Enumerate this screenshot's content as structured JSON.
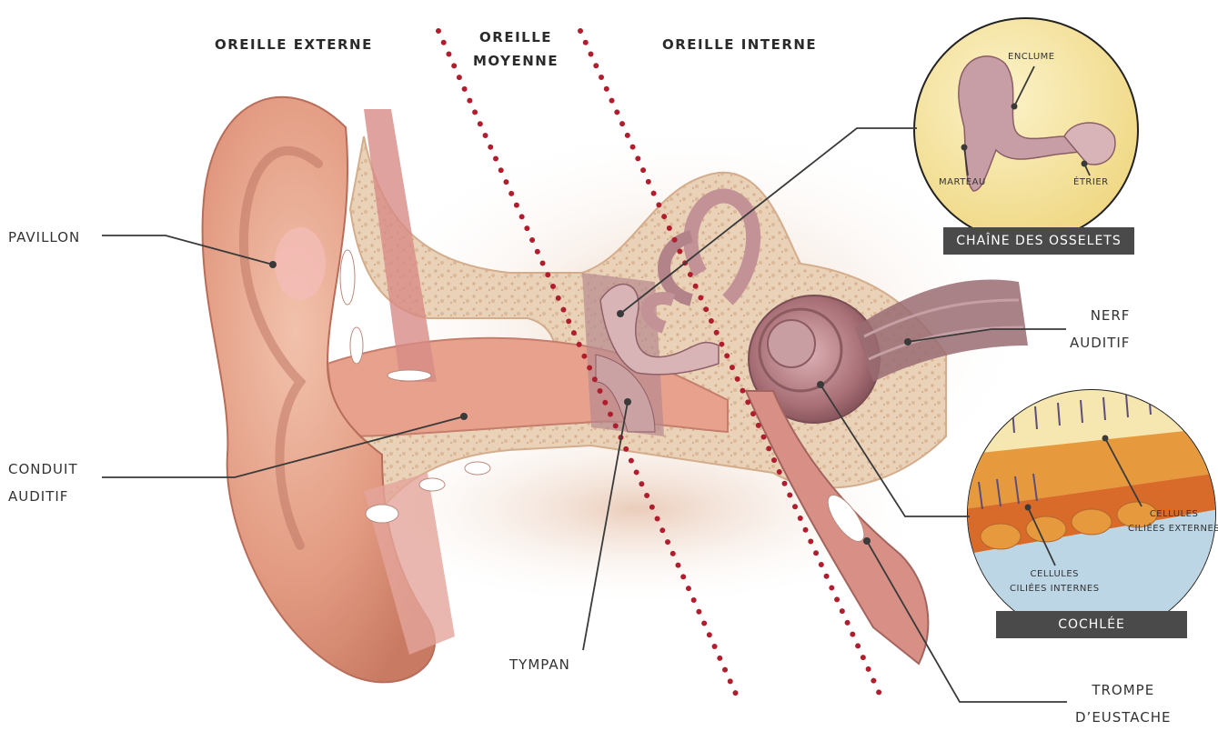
{
  "regions": {
    "outer": "OREILLE EXTERNE",
    "middle_line1": "OREILLE",
    "middle_line2": "MOYENNE",
    "inner": "OREILLE INTERNE"
  },
  "labels": {
    "pavillon": "PAVILLON",
    "conduit_line1": "CONDUIT",
    "conduit_line2": "AUDITIF",
    "tympan": "TYMPAN",
    "nerf_line1": "NERF",
    "nerf_line2": "AUDITIF",
    "trompe_line1": "TROMPE",
    "trompe_line2": "D’EUSTACHE"
  },
  "insets": {
    "ossicles": {
      "title": "CHAÎNE DES OSSELETS",
      "enclume": "ENCLUME",
      "marteau": "MARTEAU",
      "etrier": "ÉTRIER"
    },
    "cochlea": {
      "title": "COCHLÉE",
      "ext_line1": "CELLULES",
      "ext_line2": "CILIÉES EXTERNES",
      "int_line1": "CELLULES",
      "int_line2": "CILIÉES INTERNES"
    }
  },
  "colors": {
    "divider_dots": "#b01e2e",
    "skin": "#e8a58e",
    "bone": "#e9cdb0",
    "inset_bg": "#f7e7a0",
    "banner": "#4a4a4a",
    "leader": "#3a3a3a"
  }
}
